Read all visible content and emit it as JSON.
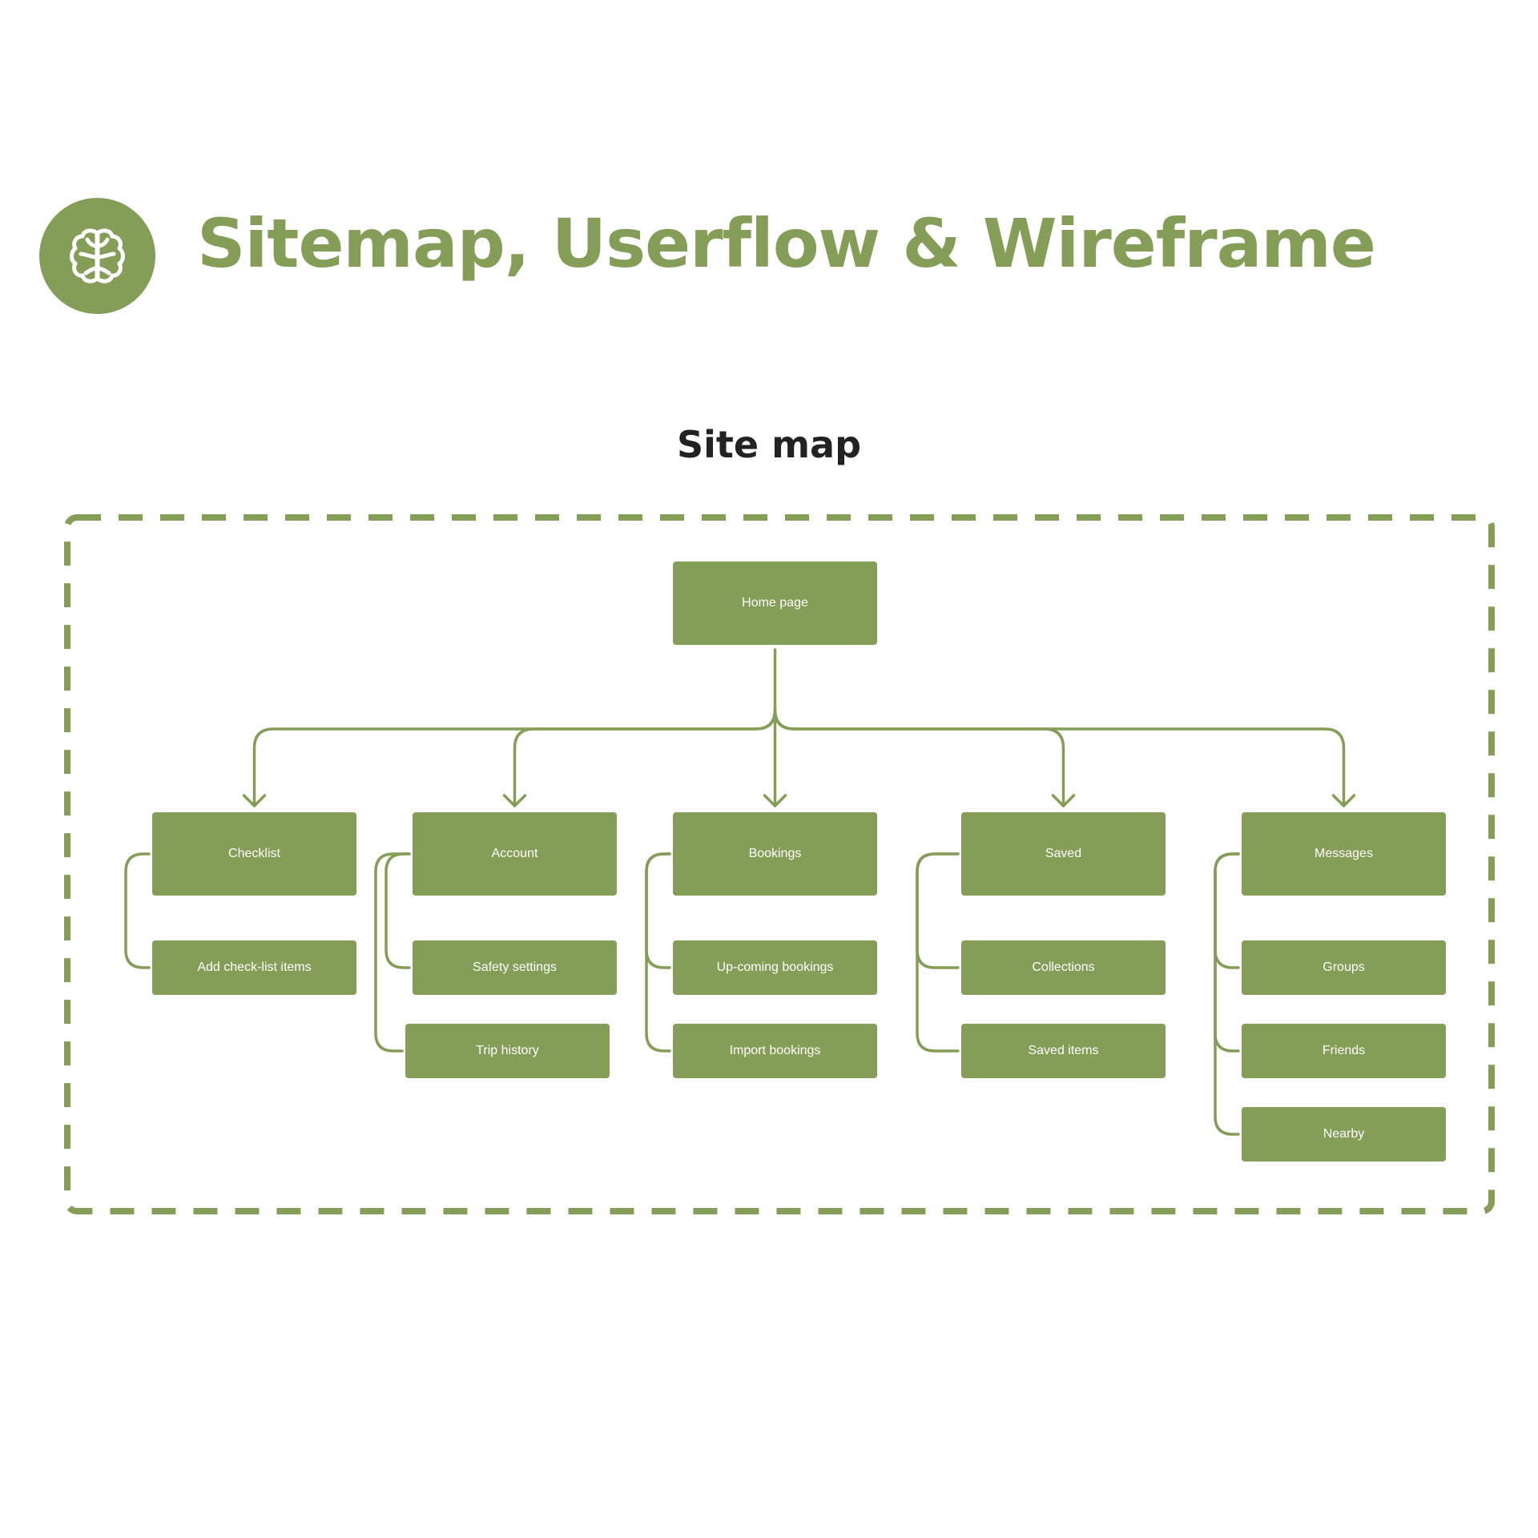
{
  "header": {
    "title": "Sitemap, Userflow & Wireframe",
    "icon": "brain-icon"
  },
  "section": {
    "title": "Site map"
  },
  "colors": {
    "accent": "#849d57",
    "title_text": "#222222",
    "node_text": "#ffffff",
    "background": "#ffffff"
  },
  "sitemap": {
    "root": "Home page",
    "sections": [
      {
        "label": "Checklist",
        "children": [
          "Add check-list items"
        ]
      },
      {
        "label": "Account",
        "children": [
          "Safety settings",
          "Trip history"
        ]
      },
      {
        "label": "Bookings",
        "children": [
          "Up-coming bookings",
          "Import bookings"
        ]
      },
      {
        "label": "Saved",
        "children": [
          "Collections",
          "Saved items"
        ]
      },
      {
        "label": "Messages",
        "children": [
          "Groups",
          "Friends",
          "Nearby"
        ]
      }
    ]
  }
}
